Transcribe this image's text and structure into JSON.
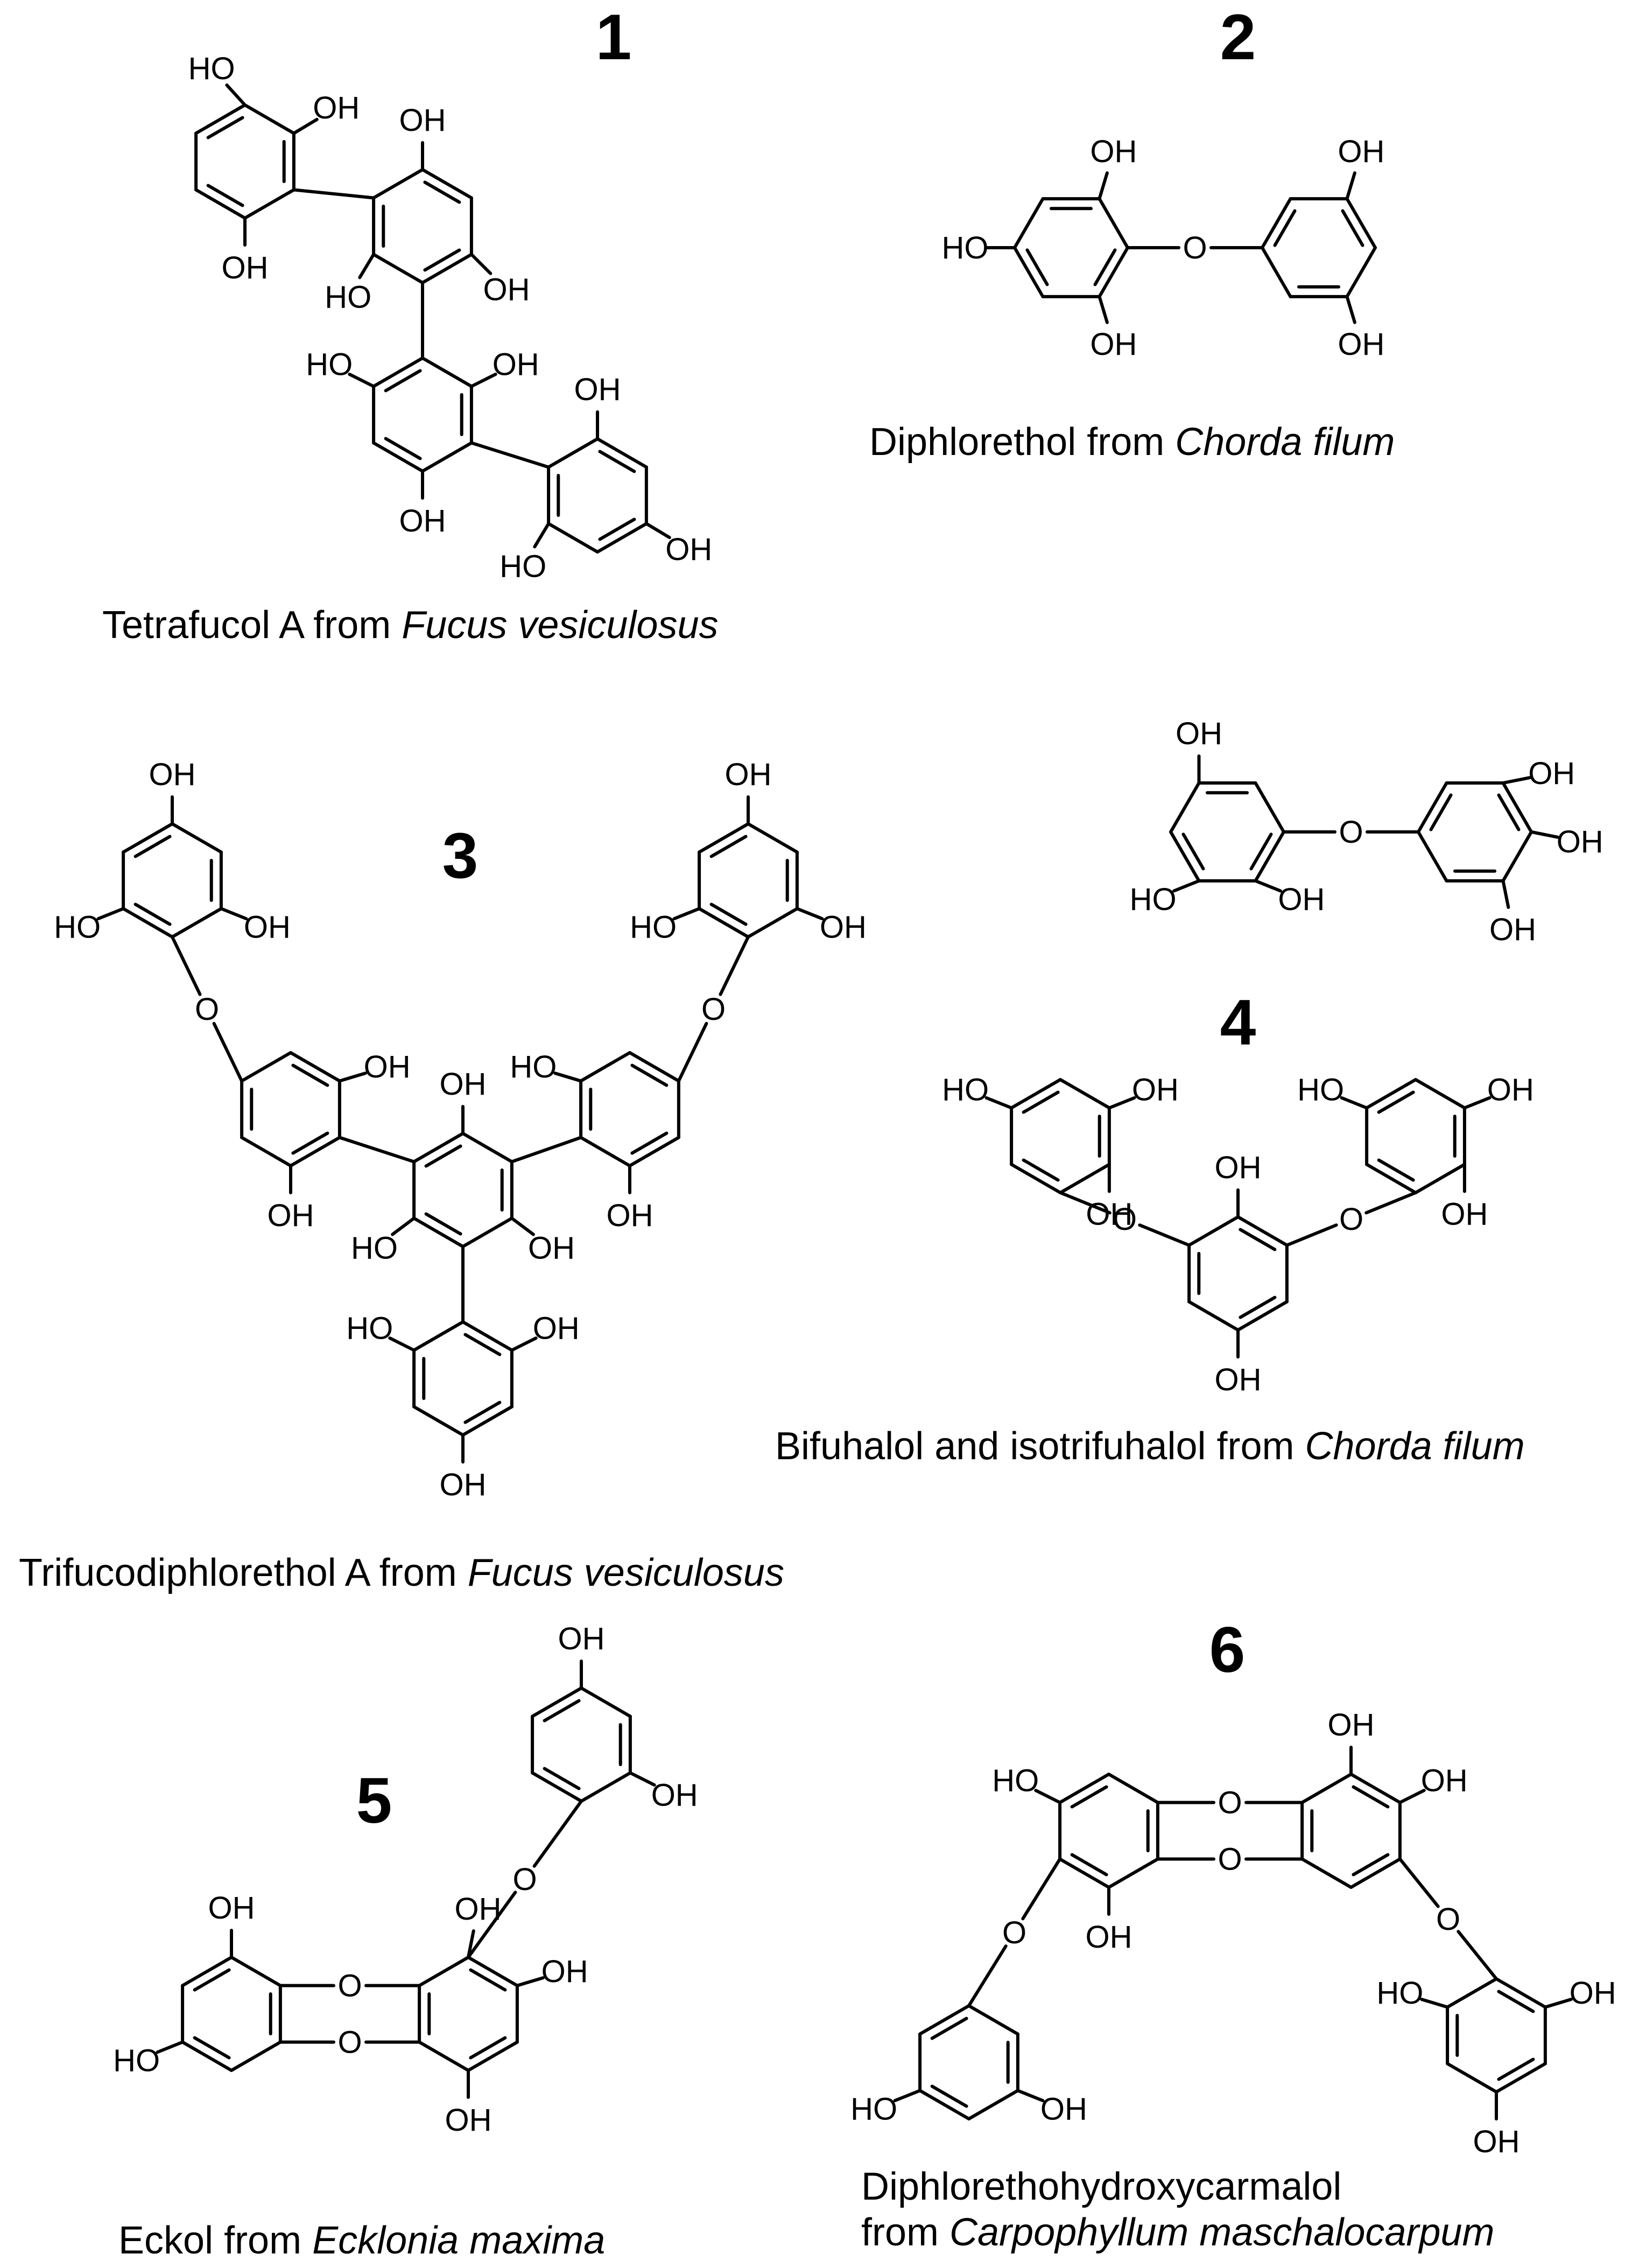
{
  "compounds": [
    {
      "number": "1",
      "name": "Tetrafucol A from ",
      "species": "Fucus vesiculosus"
    },
    {
      "number": "2",
      "name": "Diphlorethol from ",
      "species": "Chorda filum"
    },
    {
      "number": "3",
      "name": "Trifucodiphlorethol A from ",
      "species": "Fucus vesiculosus"
    },
    {
      "number": "4",
      "name": "Bifuhalol and isotrifuhalol from ",
      "species": "Chorda filum"
    },
    {
      "number": "5",
      "name": "Eckol from ",
      "species": "Ecklonia maxima"
    },
    {
      "number": "6",
      "name": "Diphlorethohydroxycarmalol",
      "name_line2": "from ",
      "species": "Carpophyllum maschalocarpum"
    }
  ],
  "atom_labels": {
    "hydroxyl": "OH",
    "hydroxyl_left": "HO",
    "oxygen": "O"
  }
}
